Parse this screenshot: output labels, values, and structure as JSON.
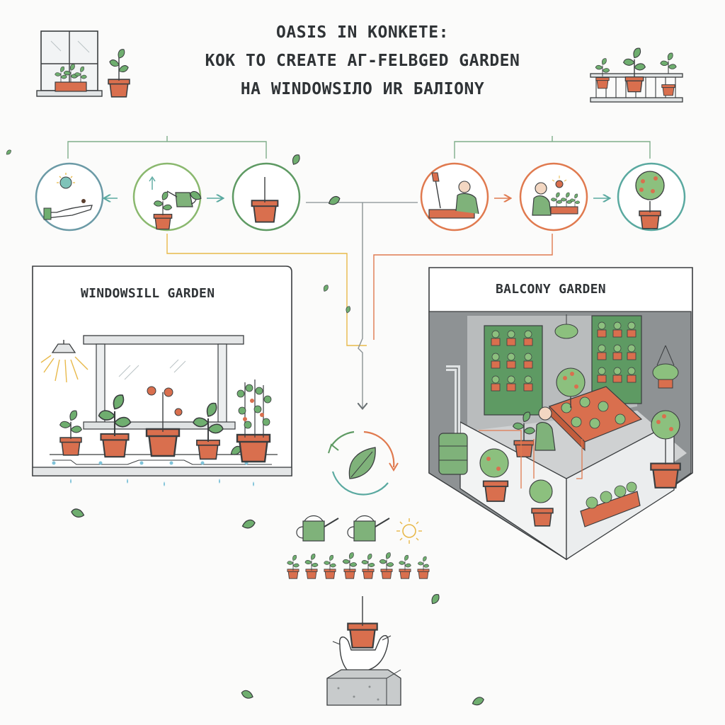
{
  "title": {
    "line1": "OASIS IN KONKETE:",
    "line2": "KOK TO CREATE AГ-FELBGED GARDEN",
    "line3": "НА WINDOWSIЛO ИR БАЛIONY"
  },
  "panels": {
    "windowsill": {
      "label": "WINDOWSILL GARDEN"
    },
    "balcony": {
      "label": "BALCONY GARDEN"
    }
  },
  "colors": {
    "green": "#5e9a63",
    "pot": "#d96f4e",
    "orange": "#e07a4f",
    "yellow": "#e8b94a",
    "teal": "#5aa9a0",
    "gray": "#8b8f90",
    "line": "#3a3d3f"
  },
  "icons": {
    "left_steps": [
      "sun-hand-seed-icon",
      "watering-seedling-icon",
      "potted-plant-icon"
    ],
    "right_steps": [
      "gardener-planting-icon",
      "gardener-tending-icon",
      "fruit-tree-icon"
    ],
    "bottom": [
      "cycle-leaf-icon",
      "watering-can-icon",
      "sun-icon",
      "seedling-row",
      "hand-holding-plant-icon"
    ]
  }
}
